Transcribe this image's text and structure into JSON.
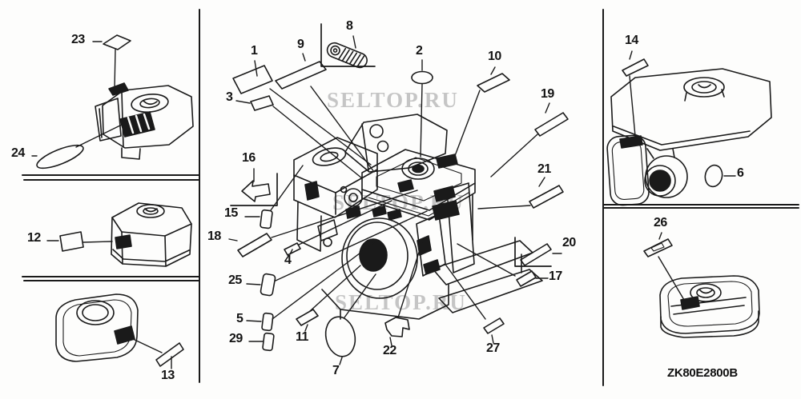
{
  "diagram": {
    "part_code": "ZK80E2800B",
    "watermark_text": "SELTOP.RU",
    "line_color": "#1a1a1a",
    "watermark_color": "#8f8f8f",
    "background_color": "#fdfdfc",
    "description": "Engine labels / emblems parts diagram with numbered callouts"
  },
  "panels": {
    "top_left": {
      "subject": "engine rear view",
      "callouts": [
        "23",
        "24"
      ]
    },
    "middle_left": {
      "subject": "fuel tank",
      "callouts": [
        "12"
      ]
    },
    "bottom_left": {
      "subject": "tank cover top view",
      "callouts": [
        "13"
      ]
    },
    "center": {
      "subject": "engine assembly two views",
      "callouts": [
        "1",
        "2",
        "3",
        "4",
        "5",
        "7",
        "8",
        "9",
        "10",
        "11",
        "15",
        "16",
        "17",
        "18",
        "19",
        "20",
        "21",
        "22",
        "25",
        "27",
        "29"
      ]
    },
    "top_right": {
      "subject": "fuel tank with muffler",
      "callouts": [
        "14",
        "6"
      ]
    },
    "bottom_right": {
      "subject": "muffler protector top view",
      "callouts": [
        "26"
      ]
    }
  },
  "callouts": {
    "c1": "1",
    "c2": "2",
    "c3": "3",
    "c4": "4",
    "c5": "5",
    "c6": "6",
    "c7": "7",
    "c8": "8",
    "c9": "9",
    "c10": "10",
    "c11": "11",
    "c12": "12",
    "c13": "13",
    "c14": "14",
    "c15": "15",
    "c16": "16",
    "c17": "17",
    "c18": "18",
    "c19": "19",
    "c20": "20",
    "c21": "21",
    "c22": "22",
    "c23": "23",
    "c24": "24",
    "c25": "25",
    "c26": "26",
    "c27": "27",
    "c29": "29"
  }
}
